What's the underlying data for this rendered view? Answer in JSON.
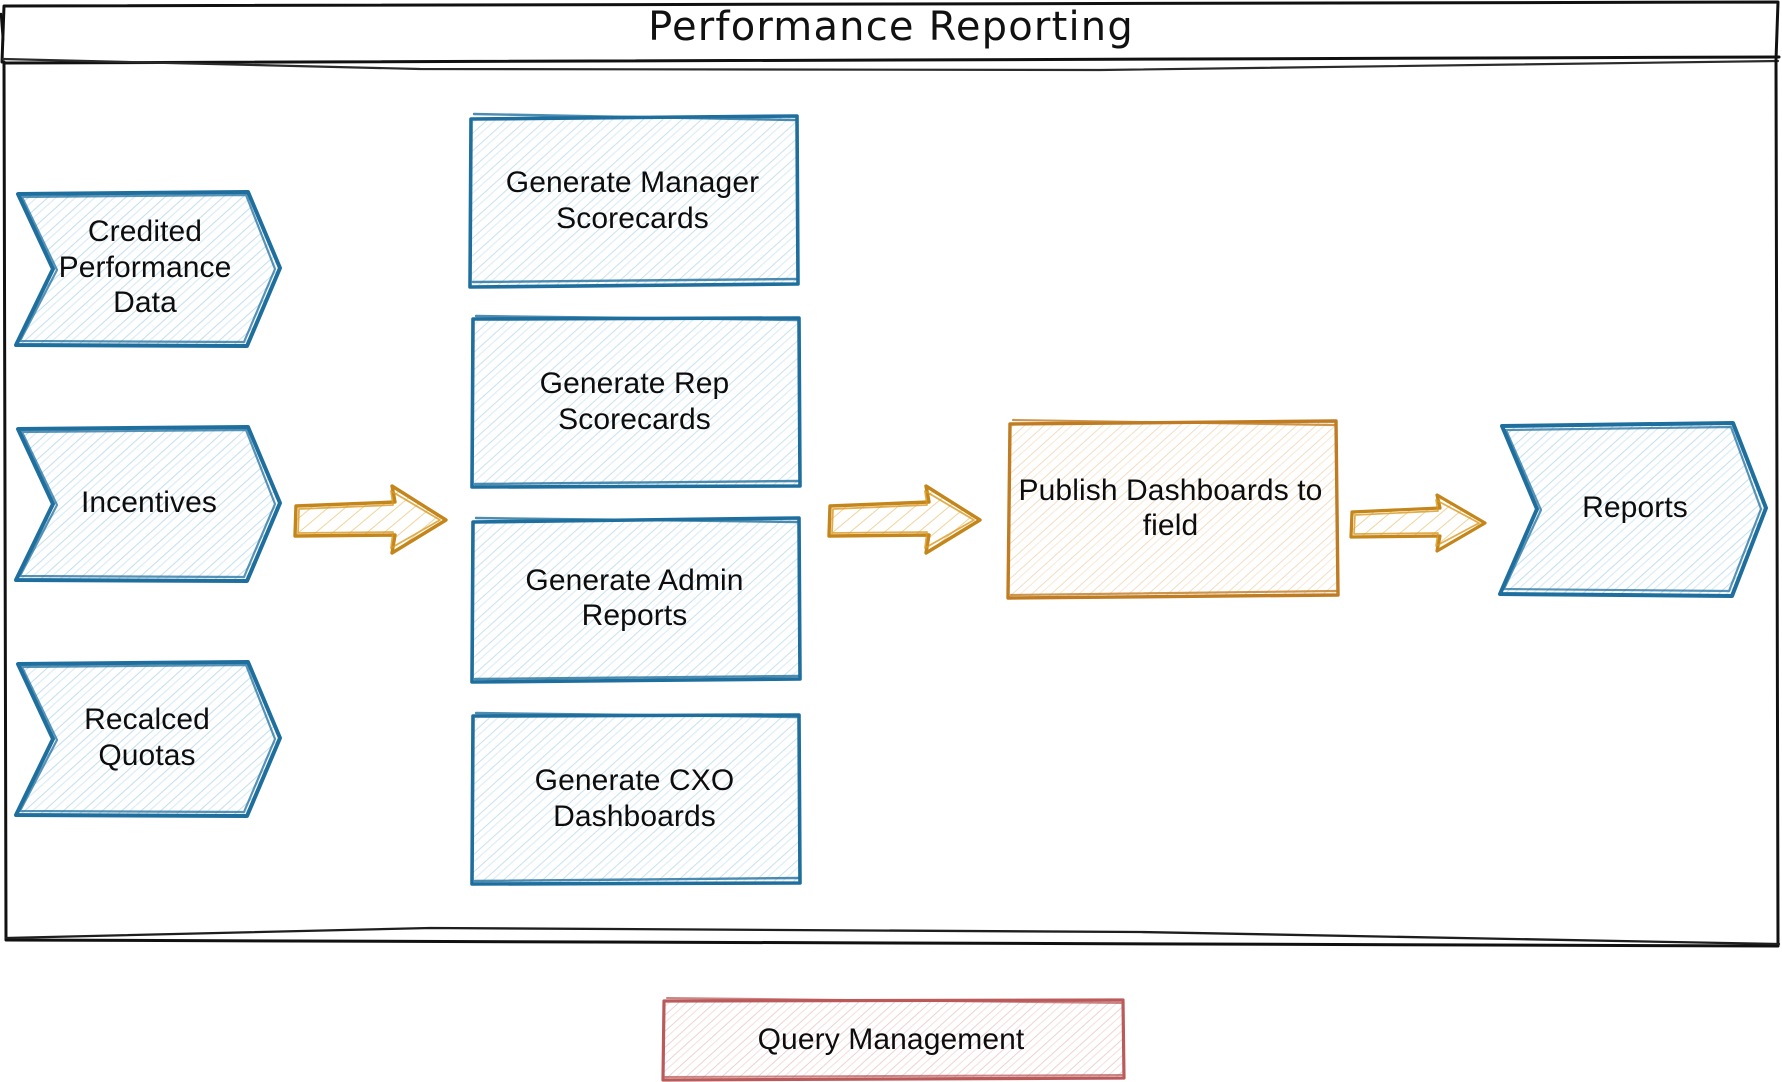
{
  "diagram": {
    "title": "Performance Reporting",
    "type": "process-flow",
    "colors": {
      "frame_stroke": "#111111",
      "blue_stroke": "#1F6F9E",
      "blue_hatch": "#8FC2DE",
      "orange_stroke": "#C4851A",
      "orange_box_stroke": "#C07C22",
      "orange_hatch": "#E8B36A",
      "red_stroke": "#BB5A5A",
      "red_hatch": "#D98E8E",
      "text": "#0d0d0d",
      "background": "#ffffff"
    },
    "inputs": [
      {
        "id": "credited-performance-data",
        "label": "Credited\nPerformance\nData",
        "shape": "chevron",
        "color": "blue"
      },
      {
        "id": "incentives",
        "label": "Incentives",
        "shape": "chevron",
        "color": "blue"
      },
      {
        "id": "recalced-quotas",
        "label": "Recalced\nQuotas",
        "shape": "chevron",
        "color": "blue"
      }
    ],
    "processes": [
      {
        "id": "generate-manager-scorecards",
        "label": "Generate Manager\nScorecards",
        "shape": "rectangle",
        "color": "blue"
      },
      {
        "id": "generate-rep-scorecards",
        "label": "Generate Rep\nScorecards",
        "shape": "rectangle",
        "color": "blue"
      },
      {
        "id": "generate-admin-reports",
        "label": "Generate Admin\nReports",
        "shape": "rectangle",
        "color": "blue"
      },
      {
        "id": "generate-cxo-dashboards",
        "label": "Generate CXO\nDashboards",
        "shape": "rectangle",
        "color": "blue"
      }
    ],
    "publish": {
      "id": "publish-dashboards-to-field",
      "label": "Publish Dashboards to\nfield",
      "shape": "rectangle",
      "color": "orange"
    },
    "output": {
      "id": "reports",
      "label": "Reports",
      "shape": "chevron",
      "color": "blue"
    },
    "footer": {
      "id": "query-management",
      "label": "Query Management",
      "shape": "rectangle",
      "color": "red"
    },
    "arrows": [
      {
        "id": "arrow-inputs-to-processes",
        "direction": "right"
      },
      {
        "id": "arrow-processes-to-publish",
        "direction": "right"
      },
      {
        "id": "arrow-publish-to-reports",
        "direction": "right"
      }
    ]
  }
}
